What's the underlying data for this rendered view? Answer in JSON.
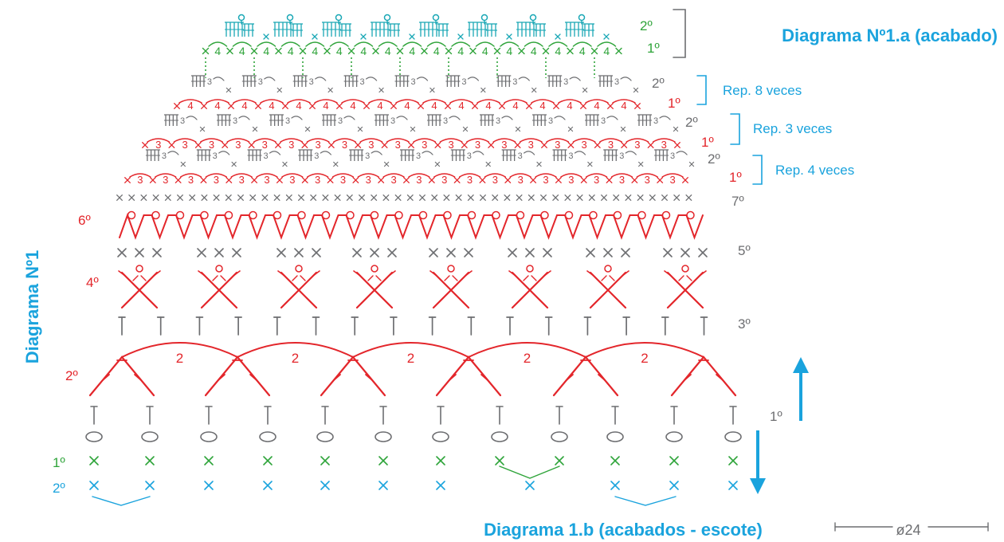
{
  "diagram_title_main": "Diagrama Nº1",
  "diagram_title_finish": "Diagrama Nº1.a (acabado)",
  "diagram_title_neck": "Diagrama 1.b (acabados - escote)",
  "size_label": "ø24",
  "repeats": [
    {
      "text": "Rep. 8 veces"
    },
    {
      "text": "Rep. 3 veces"
    },
    {
      "text": "Rep. 4 veces"
    }
  ],
  "row_labels": {
    "finish_2": "2º",
    "finish_1": "1º",
    "band8_2": "2º",
    "band8_1": "1º",
    "band3_2": "2º",
    "band3_1": "1º",
    "band4_2": "2º",
    "band4_1": "1º",
    "r7": "7º",
    "r6": "6º",
    "r5": "5º",
    "r4": "4º",
    "r3": "3º",
    "r2": "2º",
    "r1": "1º",
    "neck_1": "1º",
    "neck_2": "2º"
  },
  "chain_count": "2",
  "stitch_numbers": {
    "four": "4",
    "three": "3"
  },
  "colors": {
    "red": "#e3262b",
    "grey": "#6d6e71",
    "green": "#2fa43a",
    "blue": "#1aa3dd",
    "teal": "#19a7b5"
  },
  "icons": [
    "x-stitch",
    "chain-oval",
    "treble-stitch",
    "arrow-up",
    "arrow-down"
  ]
}
